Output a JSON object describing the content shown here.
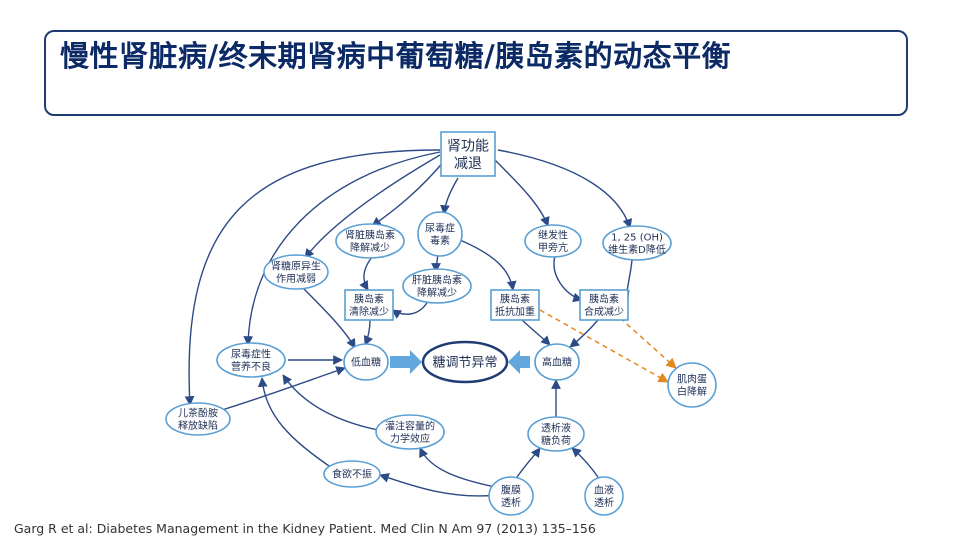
{
  "title": "慢性肾脏病/终末期肾病中葡萄糖/胰岛素的动态平衡",
  "citation": "Garg R et al: Diabetes Management in the Kidney Patient. Med Clin N Am 97 (2013) 135–156",
  "nodes": {
    "kidney_decline": [
      "肾功能",
      "减退"
    ],
    "uremic_toxin": [
      "尿毒症",
      "毒素"
    ],
    "renal_insulin_degradation": [
      "肾脏胰岛素",
      "降解减少"
    ],
    "secondary_hyperparathyroidism": [
      "继发性",
      "甲旁亢"
    ],
    "vitamin_d": [
      "1, 25 (OH)",
      "维生素D降低"
    ],
    "renal_gluconeogenesis": [
      "肾糖原异生",
      "作用减弱"
    ],
    "hepatic_insulin_degradation": [
      "肝脏胰岛素",
      "降解减少"
    ],
    "insulin_clearance": [
      "胰岛素",
      "清除减少"
    ],
    "insulin_resistance": [
      "胰岛素",
      "抵抗加重"
    ],
    "insulin_synthesis": [
      "胰岛素",
      "合成减少"
    ],
    "uremic_malnutrition": [
      "尿毒症性",
      "营养不良"
    ],
    "hypoglycemia": [
      "低血糖"
    ],
    "glucose_disorder": [
      "糖调节异常"
    ],
    "hyperglycemia": [
      "高血糖"
    ],
    "muscle_breakdown": [
      "肌肉蛋",
      "白降解"
    ],
    "catecholamine": [
      "儿茶酚胺",
      "释放缺陷"
    ],
    "fluid_volume": [
      "灌注容量的",
      "力学效应"
    ],
    "dialysate_glucose": [
      "透析液",
      "糖负荷"
    ],
    "anorexia": [
      "食欲不振"
    ],
    "peritoneal_dialysis": [
      "腹膜",
      "透析"
    ],
    "hemodialysis": [
      "血液",
      "透析"
    ]
  }
}
